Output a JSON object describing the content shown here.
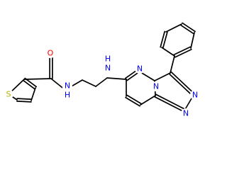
{
  "colors": {
    "oxygen": "#ff0000",
    "nitrogen": "#0000ff",
    "sulfur": "#b2b200",
    "carbon": "#000000"
  },
  "atoms": {
    "oxygen": {
      "label": "O",
      "element": "oxygen"
    },
    "amide_nh": {
      "label": "N",
      "sub": "H",
      "element": "nitrogen"
    },
    "amine_nh": {
      "label": "N",
      "sub": "H",
      "element": "nitrogen"
    },
    "thiophene_s": {
      "label": "S",
      "element": "sulfur"
    },
    "pyridazine_n": {
      "label": "N",
      "element": "nitrogen"
    },
    "bridge_n": {
      "label": "N",
      "element": "nitrogen"
    },
    "triazole_n1": {
      "label": "N",
      "element": "nitrogen"
    },
    "triazole_n2": {
      "label": "N",
      "element": "nitrogen"
    }
  }
}
